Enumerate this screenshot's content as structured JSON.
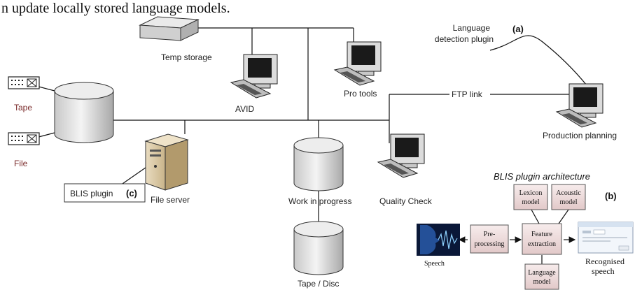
{
  "header_text": "n update locally stored language models.",
  "nodes": {
    "temp_storage": "Temp storage",
    "avid": "AVID",
    "pro_tools": "Pro tools",
    "language_plugin_line1": "Language",
    "language_plugin_line2": "detection plugin",
    "tape": "Tape",
    "file": "File",
    "ftp_link": "FTP link",
    "production_planning": "Production planning",
    "blis_plugin": "BLIS plugin",
    "file_server": "File server",
    "work_in_progress": "Work in progress",
    "quality_check": "Quality Check",
    "tape_disc": "Tape / Disc"
  },
  "markers": {
    "a": "(a)",
    "b": "(b)",
    "c": "(c)"
  },
  "architecture": {
    "title": "BLIS plugin architecture",
    "speech": "Speech",
    "pre_processing_1": "Pre-",
    "pre_processing_2": "processing",
    "lexicon_1": "Lexicon",
    "lexicon_2": "model",
    "acoustic_1": "Acoustic",
    "acoustic_2": "model",
    "feature_1": "Feature",
    "feature_2": "extraction",
    "language_1": "Language",
    "language_2": "model",
    "recognised_1": "Recognised",
    "recognised_2": "speech"
  }
}
